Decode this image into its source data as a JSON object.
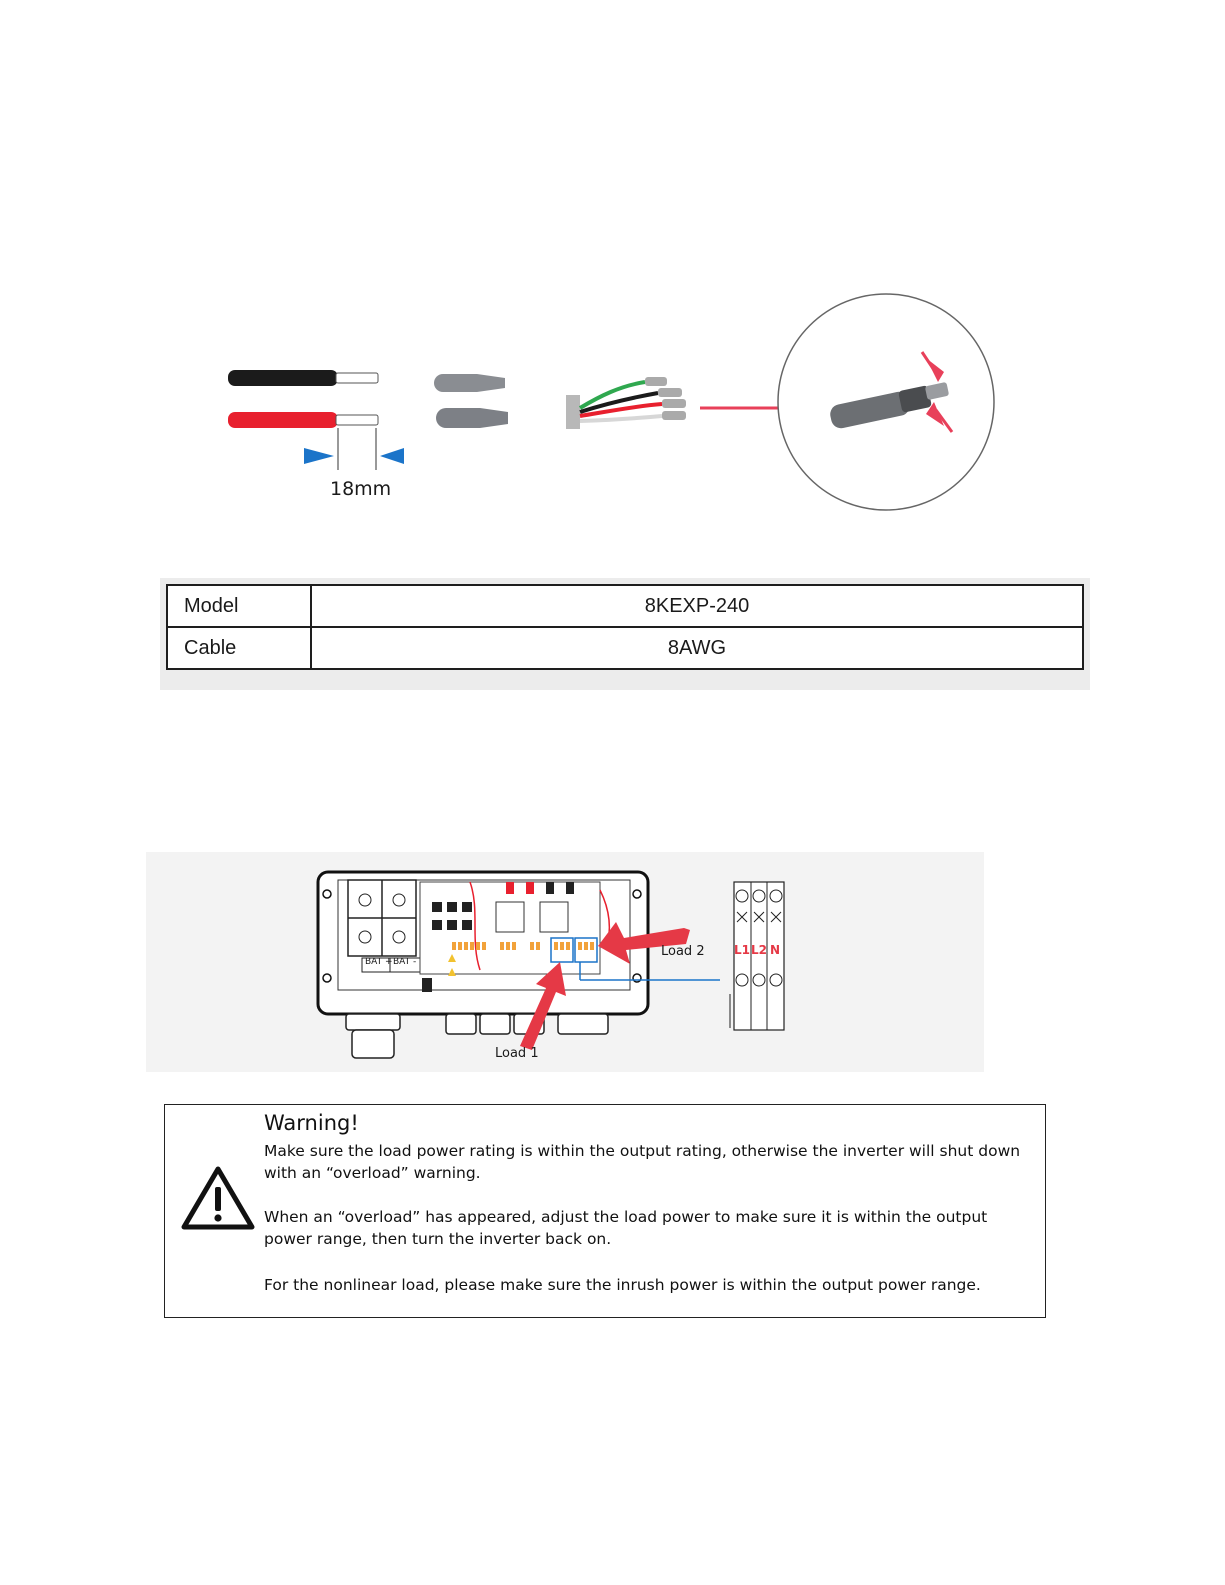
{
  "figure_cable": {
    "dimension_label": "18mm"
  },
  "spec_table": {
    "rows": [
      {
        "label": "Model",
        "value": "8KEXP-240"
      },
      {
        "label": "Cable",
        "value": "8AWG"
      }
    ]
  },
  "figure_wiring": {
    "left_terminals": "BAT +",
    "right_terminals": "BAT -",
    "load1_label": "Load 1",
    "load2_label": "Load 2",
    "terminal_labels": [
      "L1",
      "L2",
      "N"
    ]
  },
  "warning": {
    "title": "Warning!",
    "paragraphs": [
      "Make sure the load power rating is within the output rating, otherwise the inverter will shut down with an  “overload”  warning.",
      "When an “overload” has appeared, adjust the load power to make sure it is within the output power range, then turn the inverter back on.",
      "For the nonlinear load, please make sure the inrush power is within the output power range."
    ]
  },
  "colors": {
    "accent_red": "#e53946",
    "accent_blue": "#1b74c9",
    "cable_red": "#e8202e",
    "cable_black": "#1b1b1b"
  }
}
